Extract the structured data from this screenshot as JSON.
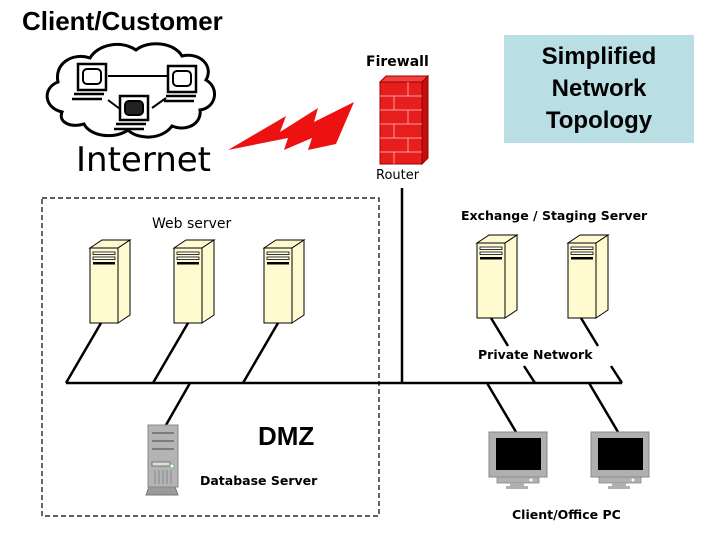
{
  "title": "Client/Customer",
  "internet_label": "Internet",
  "firewall_label": "Firewall",
  "router_label": "Router",
  "topology_box": {
    "lines": [
      "Simplified",
      "Network",
      "Topology"
    ],
    "color": "#b9dfe5"
  },
  "zones": {
    "dmz_label": "DMZ",
    "web_server_label": "Web server",
    "database_server_label": "Database Server",
    "exchange_label": "Exchange / Staging Server",
    "private_network_label": "Private Network",
    "client_pc_label": "Client/Office PC"
  },
  "nodes": {
    "web_servers": 3,
    "exchange_servers": 2,
    "database_servers": 1,
    "client_pcs": 2,
    "internet_computers": 3
  },
  "colors": {
    "firewall": "#e61e1e",
    "lightning": "#ee1111",
    "server_body": "#fffad0",
    "db_server": "#b4b4b4",
    "monitor_frame": "#b0b0b0",
    "monitor_screen": "#000000"
  }
}
